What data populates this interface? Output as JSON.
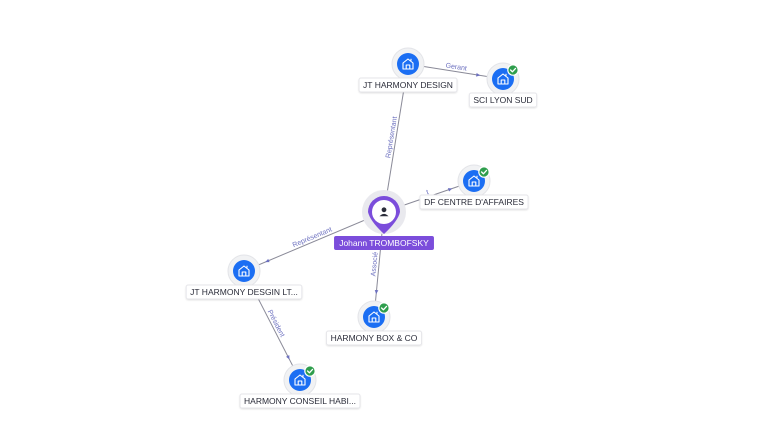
{
  "graph": {
    "nodes": [
      {
        "id": "jt_harmony_design",
        "label": "JT HARMONY DESIGN",
        "type": "company",
        "verified": false
      },
      {
        "id": "sci_lyon_sud",
        "label": "SCI LYON SUD",
        "type": "company",
        "verified": true
      },
      {
        "id": "df_centre_affaires",
        "label": "DF CENTRE D'AFFAIRES",
        "type": "company",
        "verified": true
      },
      {
        "id": "johann",
        "label": "Johann TROMBOFSKY",
        "type": "person",
        "verified": false
      },
      {
        "id": "jt_harmony_desgin_lt",
        "label": "JT HARMONY DESGIN LT...",
        "type": "company",
        "verified": false
      },
      {
        "id": "harmony_box",
        "label": "HARMONY BOX & CO",
        "type": "company",
        "verified": true
      },
      {
        "id": "harmony_conseil",
        "label": "HARMONY CONSEIL HABI...",
        "type": "company",
        "verified": true
      }
    ],
    "edges": [
      {
        "from": "jt_harmony_design",
        "to": "sci_lyon_sud",
        "label": "Gerant"
      },
      {
        "from": "johann",
        "to": "jt_harmony_design",
        "label": "Représentant"
      },
      {
        "from": "johann",
        "to": "df_centre_affaires",
        "label": "t"
      },
      {
        "from": "johann",
        "to": "jt_harmony_desgin_lt",
        "label": "Représentant"
      },
      {
        "from": "johann",
        "to": "harmony_box",
        "label": "Associé"
      },
      {
        "from": "jt_harmony_desgin_lt",
        "to": "harmony_conseil",
        "label": "Président"
      }
    ]
  },
  "colors": {
    "company": "#1b6ef3",
    "person": "#7b4ddb",
    "verified": "#2f9e4d",
    "edge": "#8a8a98",
    "edge_label": "#6b6fbf"
  },
  "icons": {
    "company": "building-icon",
    "person": "person-icon",
    "verified": "check-badge-icon"
  }
}
